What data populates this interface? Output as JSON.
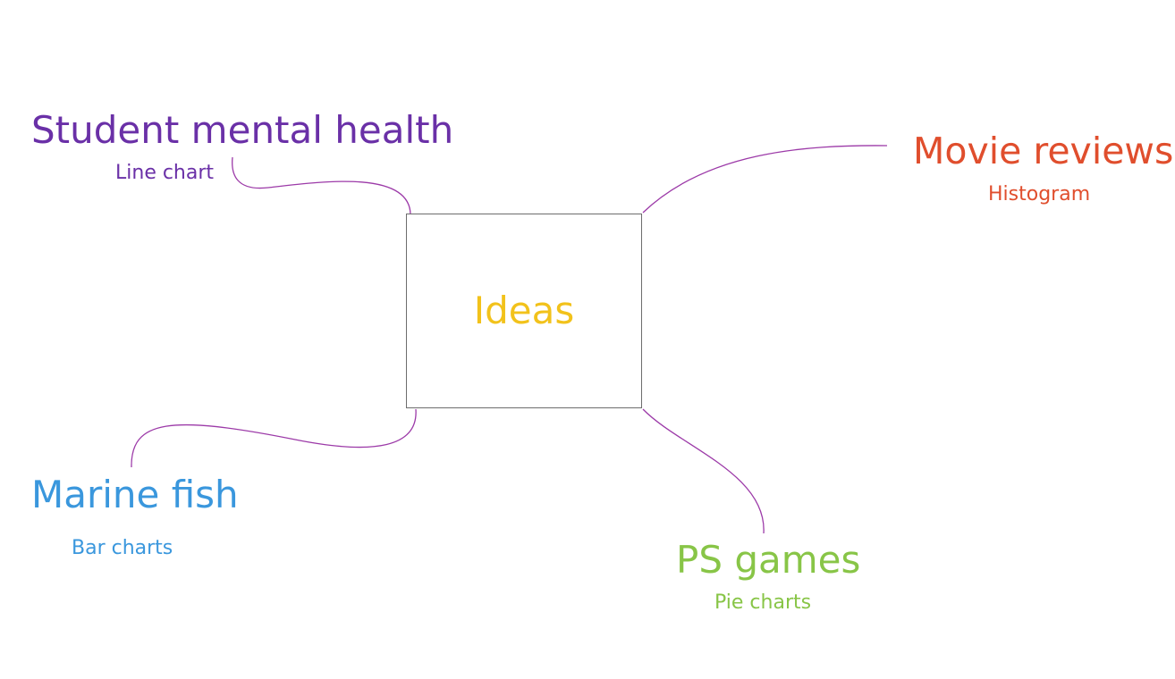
{
  "diagram": {
    "center": {
      "label": "Ideas",
      "color": "#f2c21b"
    },
    "connector_color": "#9c3aa8",
    "box_border_color": "#6d6d6d",
    "nodes": [
      {
        "id": "student-mental-health",
        "title": "Student mental health",
        "subtitle": "Line chart",
        "color": "#6a30a7"
      },
      {
        "id": "movie-reviews",
        "title": "Movie reviews",
        "subtitle": "Histogram",
        "color": "#e04e2d"
      },
      {
        "id": "marine-fish",
        "title": "Marine fish",
        "subtitle": "Bar charts",
        "color": "#3a97dd"
      },
      {
        "id": "ps-games",
        "title": "PS games",
        "subtitle": "Pie charts",
        "color": "#88c547"
      }
    ]
  }
}
